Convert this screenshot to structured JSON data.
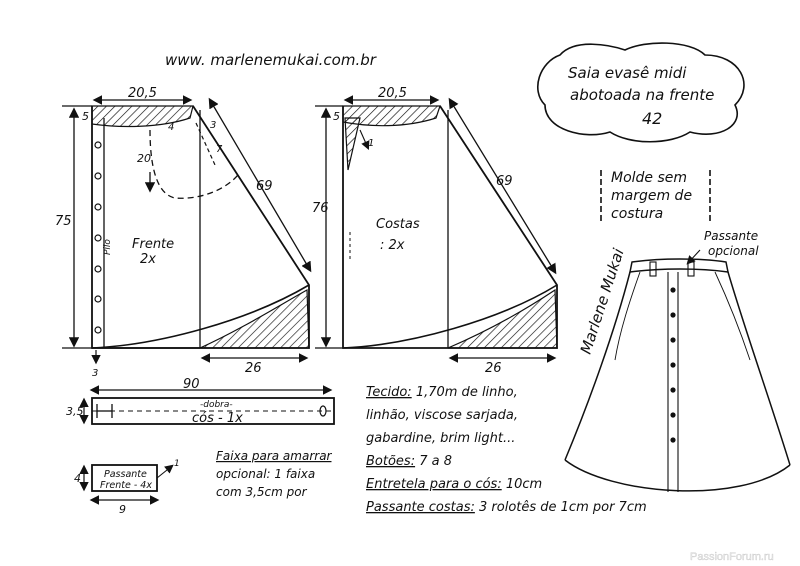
{
  "site": "www. marlenemukai.com.br",
  "title": {
    "line1": "Saia evasê midi",
    "line2": "abotoada na frente",
    "size": "42"
  },
  "note": {
    "line1": "Molde sem",
    "line2": "margem de",
    "line3": "costura"
  },
  "front": {
    "label": "Frente",
    "count": "2x",
    "waist": "20,5",
    "waist_drop": "5",
    "length": "75",
    "side": "69",
    "hem_ext": "26",
    "dart_1": "4",
    "dart_2": "3",
    "dart_3": "7",
    "dart_depth": "20",
    "hem_offset": "3",
    "fold_label": "Pilo"
  },
  "back": {
    "label": "Costas",
    "count": ": 2x",
    "waist": "20,5",
    "waist_drop": "5",
    "length": "76",
    "side": "69",
    "hem_ext": "26",
    "dart": "1"
  },
  "waistband": {
    "width": "90",
    "height": "3,5",
    "fold": "-dobra-",
    "label": "cós - 1x"
  },
  "loop": {
    "label1": "Passante",
    "label2": "Frente - 4x",
    "width": "9",
    "height": "4",
    "mark": "1"
  },
  "tie_note": {
    "line1": "Faixa para amarrar",
    "line2": "opcional: 1 faixa",
    "line3": "com 3,5cm por"
  },
  "materials": {
    "fabric_label": "Tecido:",
    "fabric_1": " 1,70m de linho,",
    "fabric_2": "linhão, viscose sarjada,",
    "fabric_3": "gabardine, brim light...",
    "buttons_label": "Botões:",
    "buttons_value": " 7 a 8",
    "interfacing_label": "Entretela para o cós:",
    "interfacing_value": " 10cm",
    "back_loop_label": "Passante costas:",
    "back_loop_value": " 3 rolotês de 1cm por 7cm"
  },
  "sketch": {
    "callout_line1": "Passante",
    "callout_line2": "opcional",
    "signature": "Marlene Mukai"
  },
  "watermark": "PassionForum.ru"
}
